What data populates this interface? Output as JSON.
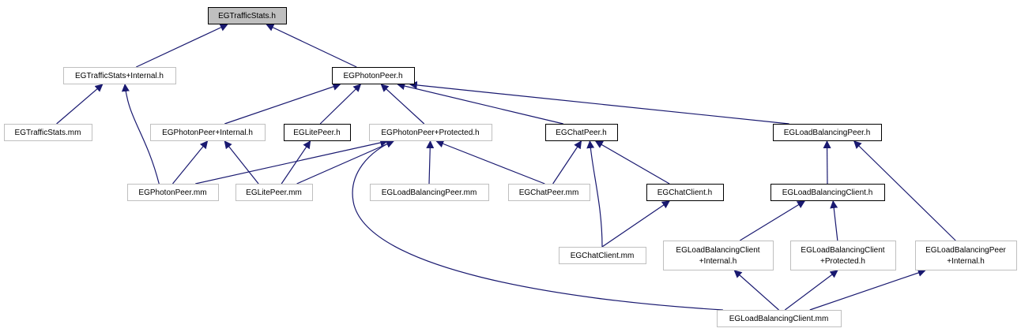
{
  "colors": {
    "edge": "#191970",
    "root_fill": "#bfbfbf",
    "node_fill": "#ffffff",
    "border_strong": "#000000",
    "border_light": "#bfbfbf",
    "text": "#000000"
  },
  "nodes": [
    {
      "id": "traffic-stats-h",
      "lines": [
        "EGTrafficStats.h"
      ],
      "style": "root"
    },
    {
      "id": "traffic-stats-internal-h",
      "lines": [
        "EGTrafficStats+Internal.h"
      ],
      "style": "light"
    },
    {
      "id": "photon-peer-h",
      "lines": [
        "EGPhotonPeer.h"
      ],
      "style": "strong"
    },
    {
      "id": "traffic-stats-mm",
      "lines": [
        "EGTrafficStats.mm"
      ],
      "style": "light"
    },
    {
      "id": "photon-peer-internal-h",
      "lines": [
        "EGPhotonPeer+Internal.h"
      ],
      "style": "light"
    },
    {
      "id": "lite-peer-h",
      "lines": [
        "EGLitePeer.h"
      ],
      "style": "strong"
    },
    {
      "id": "photon-peer-protected-h",
      "lines": [
        "EGPhotonPeer+Protected.h"
      ],
      "style": "light"
    },
    {
      "id": "chat-peer-h",
      "lines": [
        "EGChatPeer.h"
      ],
      "style": "strong"
    },
    {
      "id": "load-balancing-peer-h",
      "lines": [
        "EGLoadBalancingPeer.h"
      ],
      "style": "strong"
    },
    {
      "id": "photon-peer-mm",
      "lines": [
        "EGPhotonPeer.mm"
      ],
      "style": "light"
    },
    {
      "id": "lite-peer-mm",
      "lines": [
        "EGLitePeer.mm"
      ],
      "style": "light"
    },
    {
      "id": "load-balancing-peer-mm",
      "lines": [
        "EGLoadBalancingPeer.mm"
      ],
      "style": "light"
    },
    {
      "id": "chat-peer-mm",
      "lines": [
        "EGChatPeer.mm"
      ],
      "style": "light"
    },
    {
      "id": "chat-client-h",
      "lines": [
        "EGChatClient.h"
      ],
      "style": "strong"
    },
    {
      "id": "load-balancing-client-h",
      "lines": [
        "EGLoadBalancingClient.h"
      ],
      "style": "strong"
    },
    {
      "id": "chat-client-mm",
      "lines": [
        "EGChatClient.mm"
      ],
      "style": "light"
    },
    {
      "id": "load-balancing-client-internal-h",
      "lines": [
        "EGLoadBalancingClient",
        "+Internal.h"
      ],
      "style": "light"
    },
    {
      "id": "load-balancing-client-protected-h",
      "lines": [
        "EGLoadBalancingClient",
        "+Protected.h"
      ],
      "style": "light"
    },
    {
      "id": "load-balancing-peer-internal-h",
      "lines": [
        "EGLoadBalancingPeer",
        "+Internal.h"
      ],
      "style": "light"
    },
    {
      "id": "load-balancing-client-mm",
      "lines": [
        "EGLoadBalancingClient.mm"
      ],
      "style": "light"
    }
  ],
  "edges": [
    {
      "from": "traffic-stats-internal-h",
      "to": "traffic-stats-h"
    },
    {
      "from": "photon-peer-h",
      "to": "traffic-stats-h"
    },
    {
      "from": "traffic-stats-mm",
      "to": "traffic-stats-internal-h"
    },
    {
      "from": "photon-peer-mm",
      "to": "traffic-stats-internal-h"
    },
    {
      "from": "photon-peer-internal-h",
      "to": "photon-peer-h"
    },
    {
      "from": "lite-peer-h",
      "to": "photon-peer-h"
    },
    {
      "from": "photon-peer-protected-h",
      "to": "photon-peer-h"
    },
    {
      "from": "chat-peer-h",
      "to": "photon-peer-h"
    },
    {
      "from": "load-balancing-peer-h",
      "to": "photon-peer-h"
    },
    {
      "from": "photon-peer-mm",
      "to": "photon-peer-internal-h"
    },
    {
      "from": "lite-peer-mm",
      "to": "photon-peer-internal-h"
    },
    {
      "from": "lite-peer-mm",
      "to": "lite-peer-h"
    },
    {
      "from": "photon-peer-mm",
      "to": "photon-peer-protected-h"
    },
    {
      "from": "lite-peer-mm",
      "to": "photon-peer-protected-h"
    },
    {
      "from": "load-balancing-peer-mm",
      "to": "photon-peer-protected-h"
    },
    {
      "from": "chat-peer-mm",
      "to": "photon-peer-protected-h"
    },
    {
      "from": "load-balancing-client-mm",
      "to": "photon-peer-protected-h"
    },
    {
      "from": "chat-peer-mm",
      "to": "chat-peer-h"
    },
    {
      "from": "chat-client-h",
      "to": "chat-peer-h"
    },
    {
      "from": "chat-client-mm",
      "to": "chat-peer-h"
    },
    {
      "from": "chat-client-mm",
      "to": "chat-client-h"
    },
    {
      "from": "load-balancing-client-h",
      "to": "load-balancing-peer-h"
    },
    {
      "from": "load-balancing-peer-internal-h",
      "to": "load-balancing-peer-h"
    },
    {
      "from": "load-balancing-client-internal-h",
      "to": "load-balancing-client-h"
    },
    {
      "from": "load-balancing-client-protected-h",
      "to": "load-balancing-client-h"
    },
    {
      "from": "load-balancing-client-mm",
      "to": "load-balancing-client-internal-h"
    },
    {
      "from": "load-balancing-client-mm",
      "to": "load-balancing-client-protected-h"
    },
    {
      "from": "load-balancing-client-mm",
      "to": "load-balancing-peer-internal-h"
    }
  ]
}
